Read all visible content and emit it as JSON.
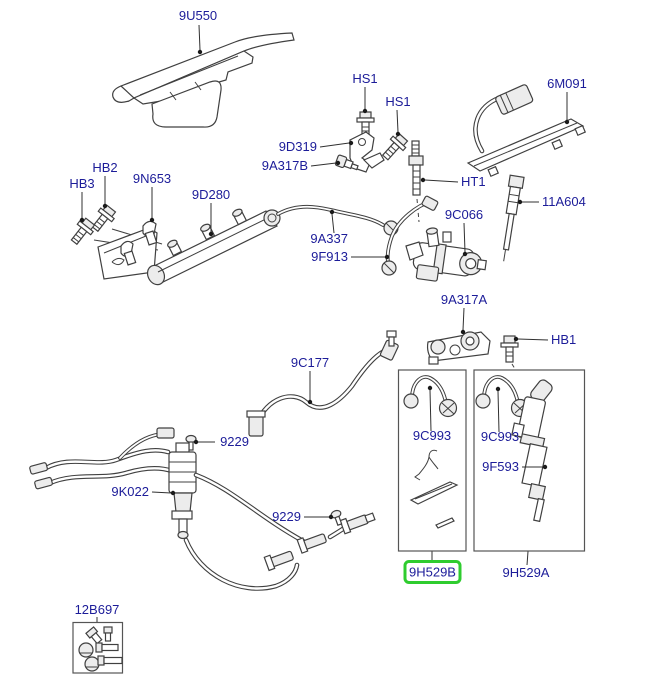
{
  "diagram": {
    "type": "exploded-parts-diagram",
    "subject": "diesel fuel injection system",
    "highlighted_label": "9H529B",
    "colors": {
      "label_text": "#1c1c99",
      "line_art": "#404040",
      "highlight_box": "#2fcc2f",
      "background": "#ffffff"
    },
    "labels": {
      "cover_9u550": "9U550",
      "hs1_a": "HS1",
      "hs1_b": "HS1",
      "rail_6m091": "6M091",
      "bracket_9d319": "9D319",
      "sensor_9a317b": "9A317B",
      "stud_ht1": "HT1",
      "glowplug_11a604": "11A604",
      "bolt_hb2": "HB2",
      "bolt_hb3": "HB3",
      "shield_9n653": "9N653",
      "rail_9d280": "9D280",
      "pipe_9a337": "9A337",
      "pipe_9f913": "9F913",
      "valve_9c066": "9C066",
      "clamp_9a317a": "9A317A",
      "bolt_hb1": "HB1",
      "hose_9c177": "9C177",
      "clip_9229_a": "9229",
      "filter_9k022": "9K022",
      "clip_9229_b": "9229",
      "pipe_9c993_a": "9C993",
      "pipe_9c993_b": "9C993",
      "injector_9f593": "9F593",
      "kit_9h529b": "9H529B",
      "kit_9h529a": "9H529A",
      "kit_12b697": "12B697"
    }
  }
}
